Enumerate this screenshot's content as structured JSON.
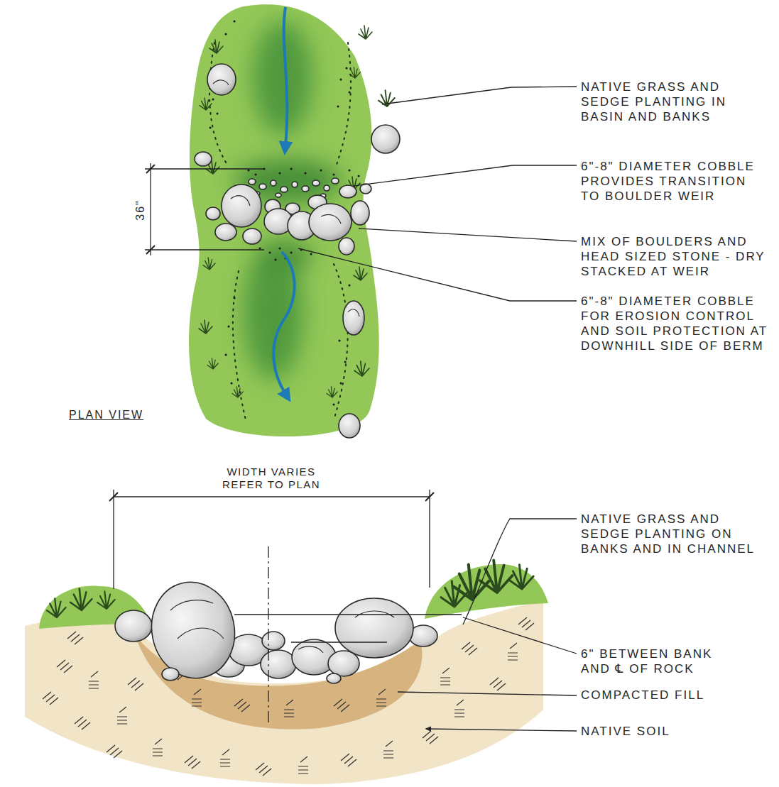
{
  "diagram": {
    "labels": [
      "NATIVE GRASS AND SEDGE PLANTING IN BASIN AND BANKS",
      "6\"-8\" DIAMETER COBBLE PROVIDES TRANSITION TO BOULDER WEIR",
      "36\"",
      "MIX OF BOULDERS AND HEAD SIZED STONE - DRY STACKED AT WEIR",
      "6\"-8\" DIAMETER COBBLE FOR EROSION CONTROL AND SOIL PROTECTION AT DOWNHILL SIDE OF BERM",
      "PLAN VIEW",
      "WIDTH VARIES REFER TO PLAN",
      "NATIVE GRASS AND SEDGE PLANTING ON BANKS AND IN CHANNEL",
      "6\" BETWEEN BANK AND ℄ OF ROCK",
      "COMPACTED FILL",
      "NATIVE SOIL"
    ]
  }
}
